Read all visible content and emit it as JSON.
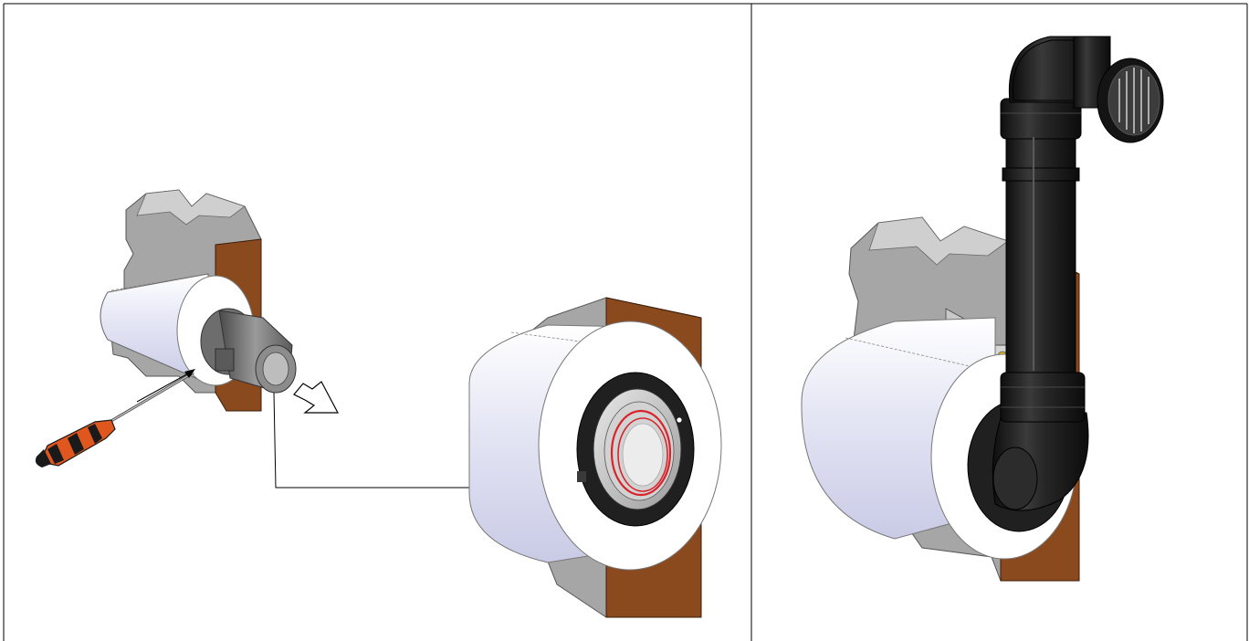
{
  "figure": {
    "panels": [
      {
        "id": "panel-left",
        "content": "installation-step-detail"
      },
      {
        "id": "panel-right",
        "content": "assembled-flue-terminal"
      }
    ],
    "colors": {
      "border": "#000000",
      "wall_grey": "#9a9a9a",
      "wall_grey_light": "#b8b8b8",
      "brick_brown": "#8b4a1e",
      "liner_white": "#f4f4f4",
      "sleeve_lavender": "#d9dbf0",
      "pipe_black": "#1c1c1c",
      "seal_red": "#d8232a",
      "screwdriver_handle": "#e0561f"
    },
    "icons": [
      "screwdriver-icon",
      "direction-arrow-icon",
      "leader-line"
    ]
  }
}
